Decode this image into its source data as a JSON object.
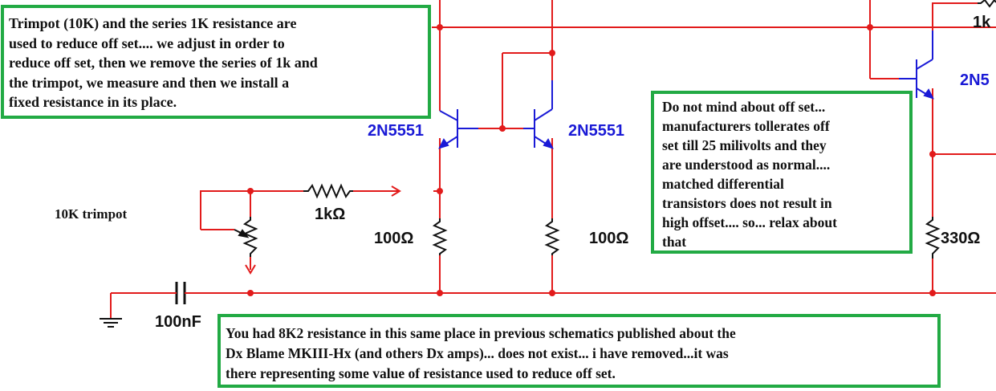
{
  "labels": {
    "q1": "2N5551",
    "q2": "2N5551",
    "q3": "2N5",
    "r_series": "1kΩ",
    "r_left": "100Ω",
    "r_right": "100Ω",
    "r_far": "330Ω",
    "r_top": "1k",
    "capacitor": "100nF",
    "trimpot": "10K trimpot"
  },
  "notes": {
    "trimpot": "Trimpot (10K) and the series 1K resistance are\nused to reduce off set.... we adjust in order to\nreduce off set, then we remove the series of 1k and\nthe trimpot, we measure and then we install a\nfixed resistance in its place.",
    "offset": "Do not mind about off set...\nmanufacturers tollerates off\nset till 25 milivolts and they\nare understood as normal....\nmatched differential\ntransistors does not result in\nhigh offset.... so... relax about\nthat",
    "resistor": "You had 8K2 resistance in this same place in previous schematics published about the\nDx Blame MKIII-Hx (and others Dx amps)... does not exist... i have removed...it was\nthere representing some value of resistance used to reduce off set."
  },
  "colors": {
    "wire": "#e21b1b",
    "transistor": "#1a1ad6",
    "component": "#111111",
    "note_border": "#22aa44"
  }
}
